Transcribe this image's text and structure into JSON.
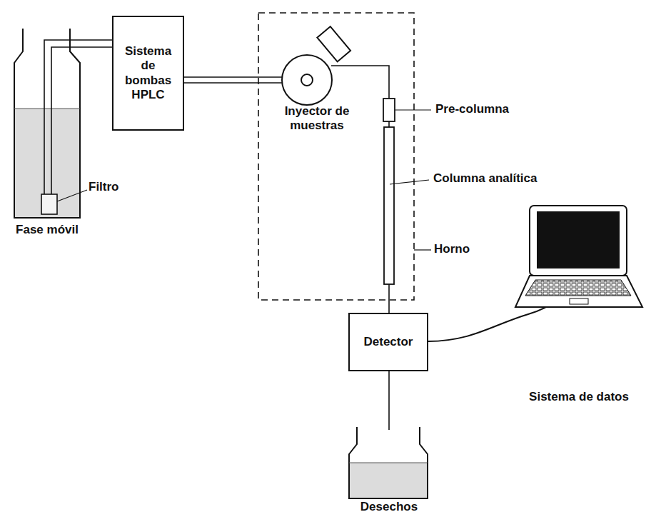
{
  "diagram": {
    "nodes": [
      {
        "text": [
          "Sistema de bombas HPLC"
        ]
      },
      {
        "text": [
          "Detector"
        ]
      }
    ],
    "labels": [
      "Filtro",
      "Fase móvil",
      "Inyector de muestras",
      "Pre-columna",
      "Columna analítica",
      "Horno",
      "Desechos",
      "Sistema de datos"
    ]
  }
}
